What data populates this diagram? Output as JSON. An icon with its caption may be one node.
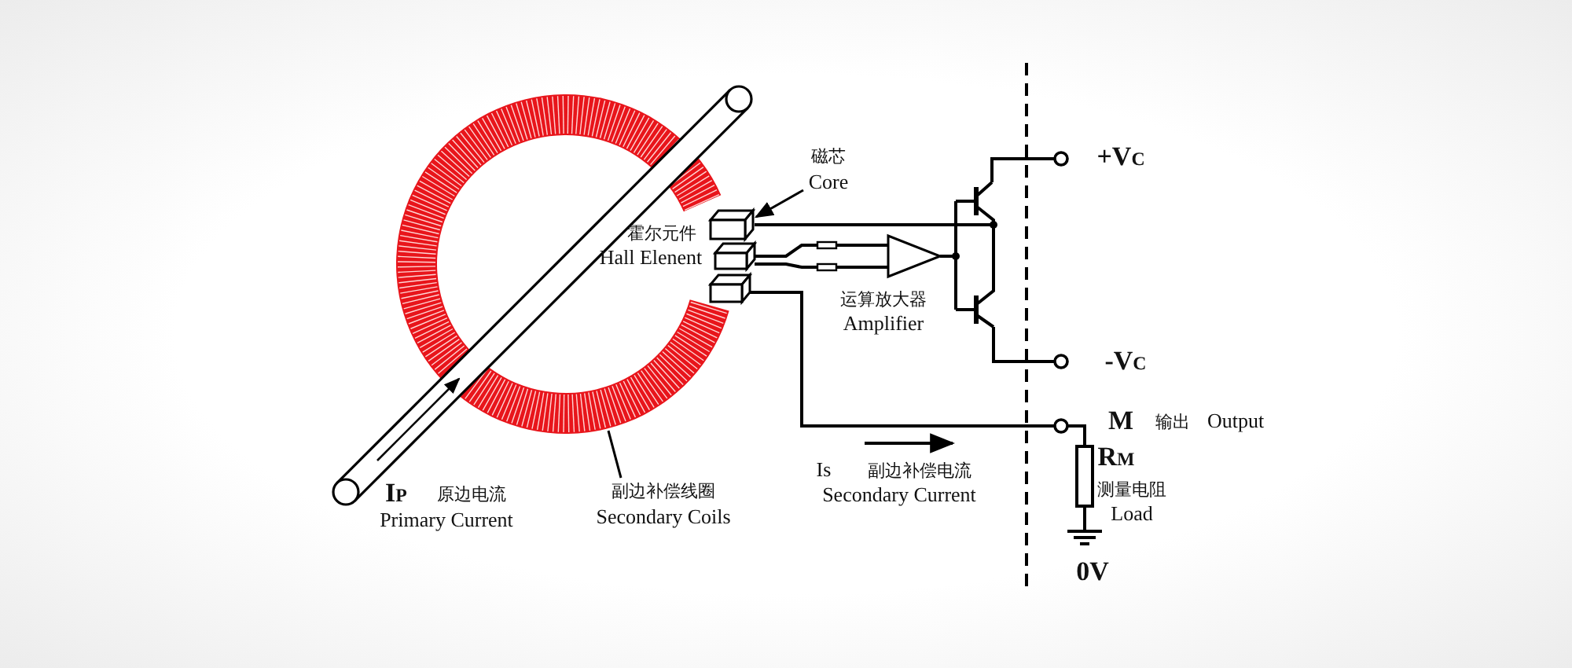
{
  "diagram": {
    "nodes": [
      {
        "text": [
          "磁芯",
          "Core"
        ]
      },
      {
        "text": [],
        "shape": "box"
      },
      {
        "text": [
          "副边补偿线圈",
          "Secondary Coils"
        ]
      },
      {
        "text": [],
        "shape": "circle"
      },
      {
        "text": [],
        "shape": "box"
      },
      {
        "text": [],
        "shape": "box"
      },
      {
        "text": [],
        "shape": "triangle"
      },
      {
        "text": [],
        "shape": "transistor"
      },
      {
        "text": [],
        "shape": "circle"
      },
      {
        "text": [],
        "shape": "circle"
      },
      {
        "text": [],
        "shape": "circle"
      },
      {
        "text": [],
        "shape": "resistor"
      },
      {
        "text": [],
        "shape": "ground"
      }
    ],
    "edges": [
      {
        "from": 0,
        "to": 1,
        "arrow": "to"
      },
      {
        "from": 2,
        "to": 3,
        "arrow": "none"
      },
      {
        "from": 1,
        "to": 7,
        "arrow": "none"
      },
      {
        "from": 4,
        "to": 6,
        "arrow": "none"
      },
      {
        "from": 4,
        "to": 6,
        "arrow": "none"
      },
      {
        "from": 6,
        "to": 7,
        "arrow": "none"
      },
      {
        "from": 7,
        "to": 8,
        "arrow": "none"
      },
      {
        "from": 7,
        "to": 9,
        "arrow": "none"
      },
      {
        "from": 5,
        "to": 10,
        "arrow": "none"
      },
      {
        "from": 10,
        "to": 11,
        "arrow": "none"
      },
      {
        "from": 11,
        "to": 12,
        "arrow": "none"
      }
    ],
    "labels": [
      "+V$_{C}$",
      "霍尔元件",
      "Hall Elenent",
      "运算放大器",
      "Amplifier",
      "-V$_{C}$",
      "M",
      "输出",
      "Output",
      "R$_{M}$",
      "Is",
      "副边补偿电流",
      "I$_{P}$",
      "原边电流",
      "Secondary Current",
      "测量电阻",
      "Primary Current",
      "Load",
      "0V"
    ]
  }
}
